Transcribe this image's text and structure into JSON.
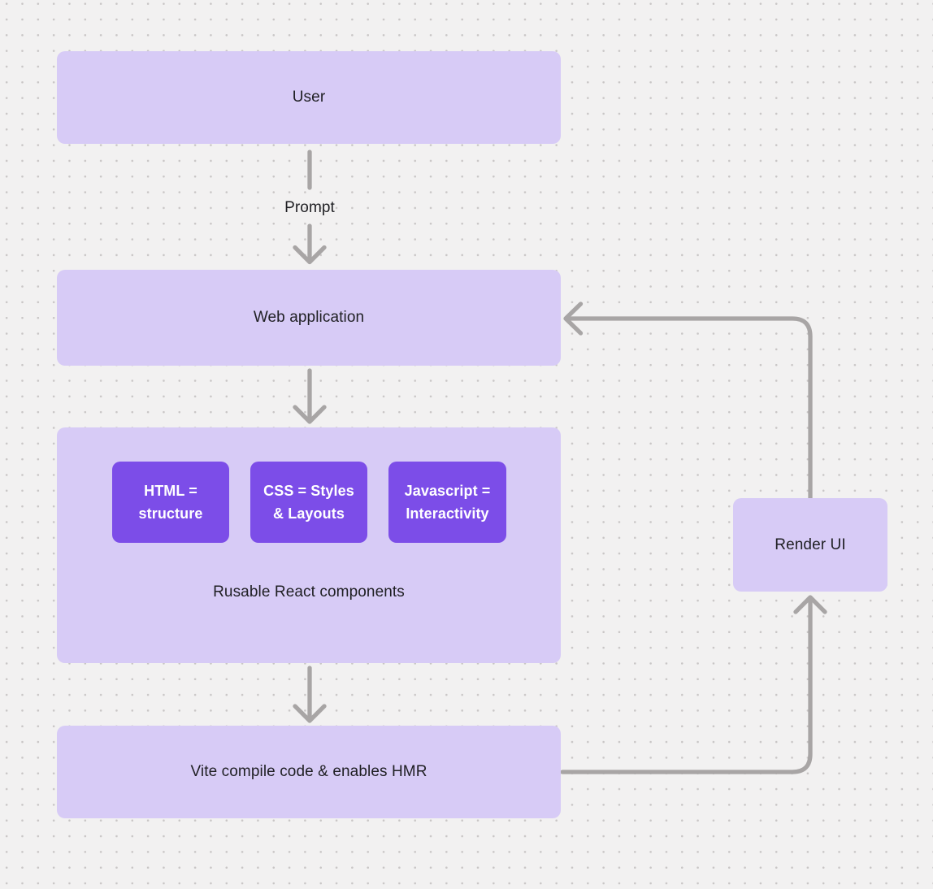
{
  "colors": {
    "background": "#F2F1F1",
    "dot_grid": "#C9C6C6",
    "node_fill": "#D7CBF6",
    "accent_fill": "#7C4DE8",
    "arrow": "#A8A5A5",
    "text_dark": "#1F1F23",
    "text_light": "#FFFFFF"
  },
  "nodes": {
    "user": {
      "label": "User"
    },
    "web_application": {
      "label": "Web application"
    },
    "components": {
      "caption": "Rusable React components",
      "items": [
        {
          "label": "HTML =\nstructure"
        },
        {
          "label": "CSS = Styles\n& Layouts"
        },
        {
          "label": "Javascript =\nInteractivity"
        }
      ]
    },
    "vite": {
      "label": "Vite compile code & enables HMR"
    },
    "render_ui": {
      "label": "Render UI"
    }
  },
  "edges": {
    "user_to_web_label": "Prompt"
  }
}
